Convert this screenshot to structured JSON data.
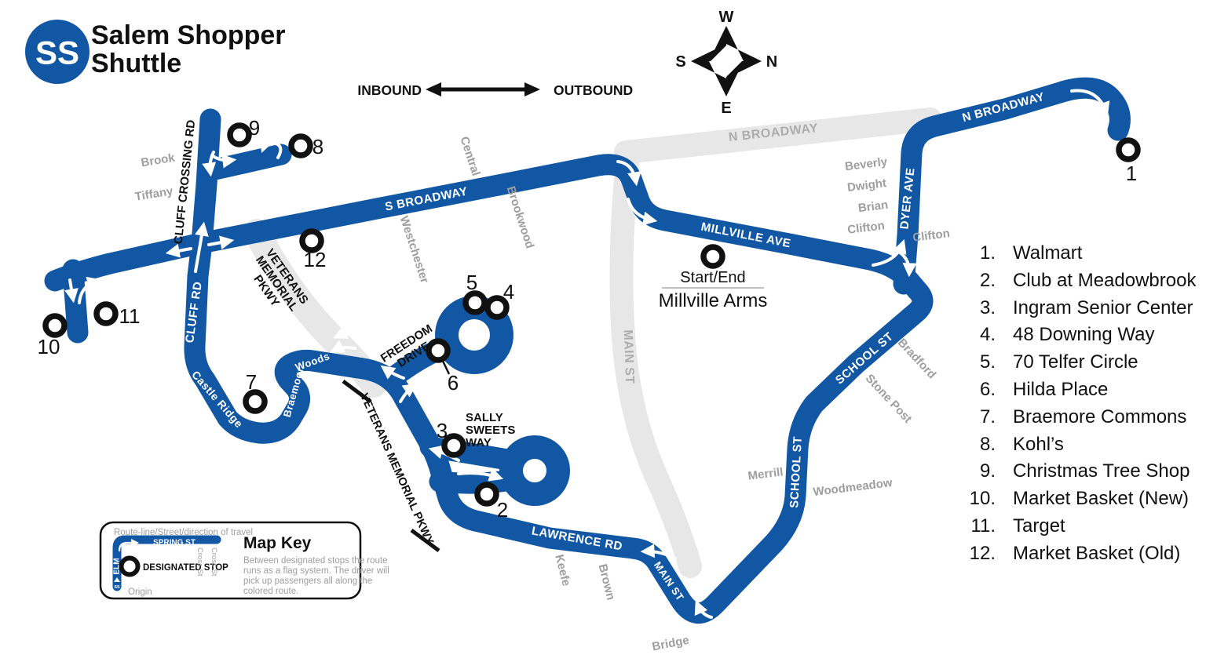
{
  "title": {
    "logo": "SS",
    "line1": "Salem Shopper",
    "line2": "Shuttle"
  },
  "direction_legend": {
    "inbound": "INBOUND",
    "outbound": "OUTBOUND"
  },
  "compass": {
    "w": "W",
    "n": "N",
    "e": "E",
    "s": "S"
  },
  "colors": {
    "route_blue": "#1257A3",
    "road_gray": "#E7E7E7",
    "gray_text": "#9E9E9E",
    "black": "#111111",
    "white": "#FFFFFF"
  },
  "map": {
    "white_streets": {
      "s_broadway": "S BROADWAY",
      "n_broadway": "N BROADWAY",
      "millville_ave": "MILLVILLE AVE",
      "dyer_ave": "DYER AVE",
      "school_st_upper": "SCHOOL ST",
      "school_st_lower": "SCHOOL ST",
      "lawrence_rd": "LAWRENCE RD",
      "main_st": "MAIN ST",
      "cluff_rd": "CLUFF RD",
      "castle_ridge": "Castle Ridge",
      "braemoor": "Braemoor",
      "woods": "Woods"
    },
    "black_streets": {
      "cluff_crossing_rd": "CLUFF CROSSING RD",
      "vmp_l1": "VETERANS",
      "vmp_l2": "MEMORIAL",
      "vmp_l3": "PKWY",
      "vmp_route": "VETERANS MEMORIAL PKWY",
      "freedom_l1": "FREEDOM",
      "freedom_l2": "DRIVE",
      "sally_l1": "SALLY",
      "sally_l2": "SWEETS",
      "sally_l3": "WAY"
    },
    "gray_streets": {
      "brook": "Brook",
      "tiffany": "Tiffany",
      "central": "Central",
      "brookwood": "Brookwood",
      "westchester": "Westchester",
      "n_broadway": "N BROADWAY",
      "beverly": "Beverly",
      "dwight": "Dwight",
      "brian": "Brian",
      "clifton_left": "Clifton",
      "clifton_right": "Clifton",
      "bradford": "Bradford",
      "stone_post": "Stone Post",
      "merrill": "Merrill",
      "woodmeadow": "Woodmeadow",
      "main_st": "MAIN ST",
      "keefe": "Keefe",
      "brown": "Brown",
      "bridge": "Bridge"
    },
    "start_end": {
      "label": "Start/End",
      "name": "Millville Arms"
    },
    "stop_numbers": [
      "1",
      "2",
      "3",
      "4",
      "5",
      "6",
      "7",
      "8",
      "9",
      "10",
      "11",
      "12"
    ]
  },
  "legend": {
    "items": [
      {
        "num": "1.",
        "name": "Walmart"
      },
      {
        "num": "2.",
        "name": "Club at Meadowbrook"
      },
      {
        "num": "3.",
        "name": "Ingram Senior Center"
      },
      {
        "num": "4.",
        "name": "48 Downing Way"
      },
      {
        "num": "5.",
        "name": "70 Telfer Circle"
      },
      {
        "num": "6.",
        "name": "Hilda Place"
      },
      {
        "num": "7.",
        "name": "Braemore Commons"
      },
      {
        "num": "8.",
        "name": "Kohl’s"
      },
      {
        "num": "9.",
        "name": "Christmas Tree Shop"
      },
      {
        "num": "10.",
        "name": "Market Basket (New)"
      },
      {
        "num": "11.",
        "name": "Target"
      },
      {
        "num": "12.",
        "name": "Market Basket (Old)"
      }
    ]
  },
  "map_key": {
    "title": "Map Key",
    "route_line_caption": "Route-line/Street/direction of travel",
    "spring_st": "SPRING ST",
    "elm": "ELM",
    "origin_marker": "SS",
    "designated_stop": "DESIGNATED STOP",
    "cross_st_1": "Cross St",
    "cross_st_2": "Cross St",
    "origin": "Origin",
    "description_l1": "Between designated stops the route",
    "description_l2": "runs as a flag system. The driver will",
    "description_l3": "pick up passengers all along the",
    "description_l4": "colored route."
  }
}
